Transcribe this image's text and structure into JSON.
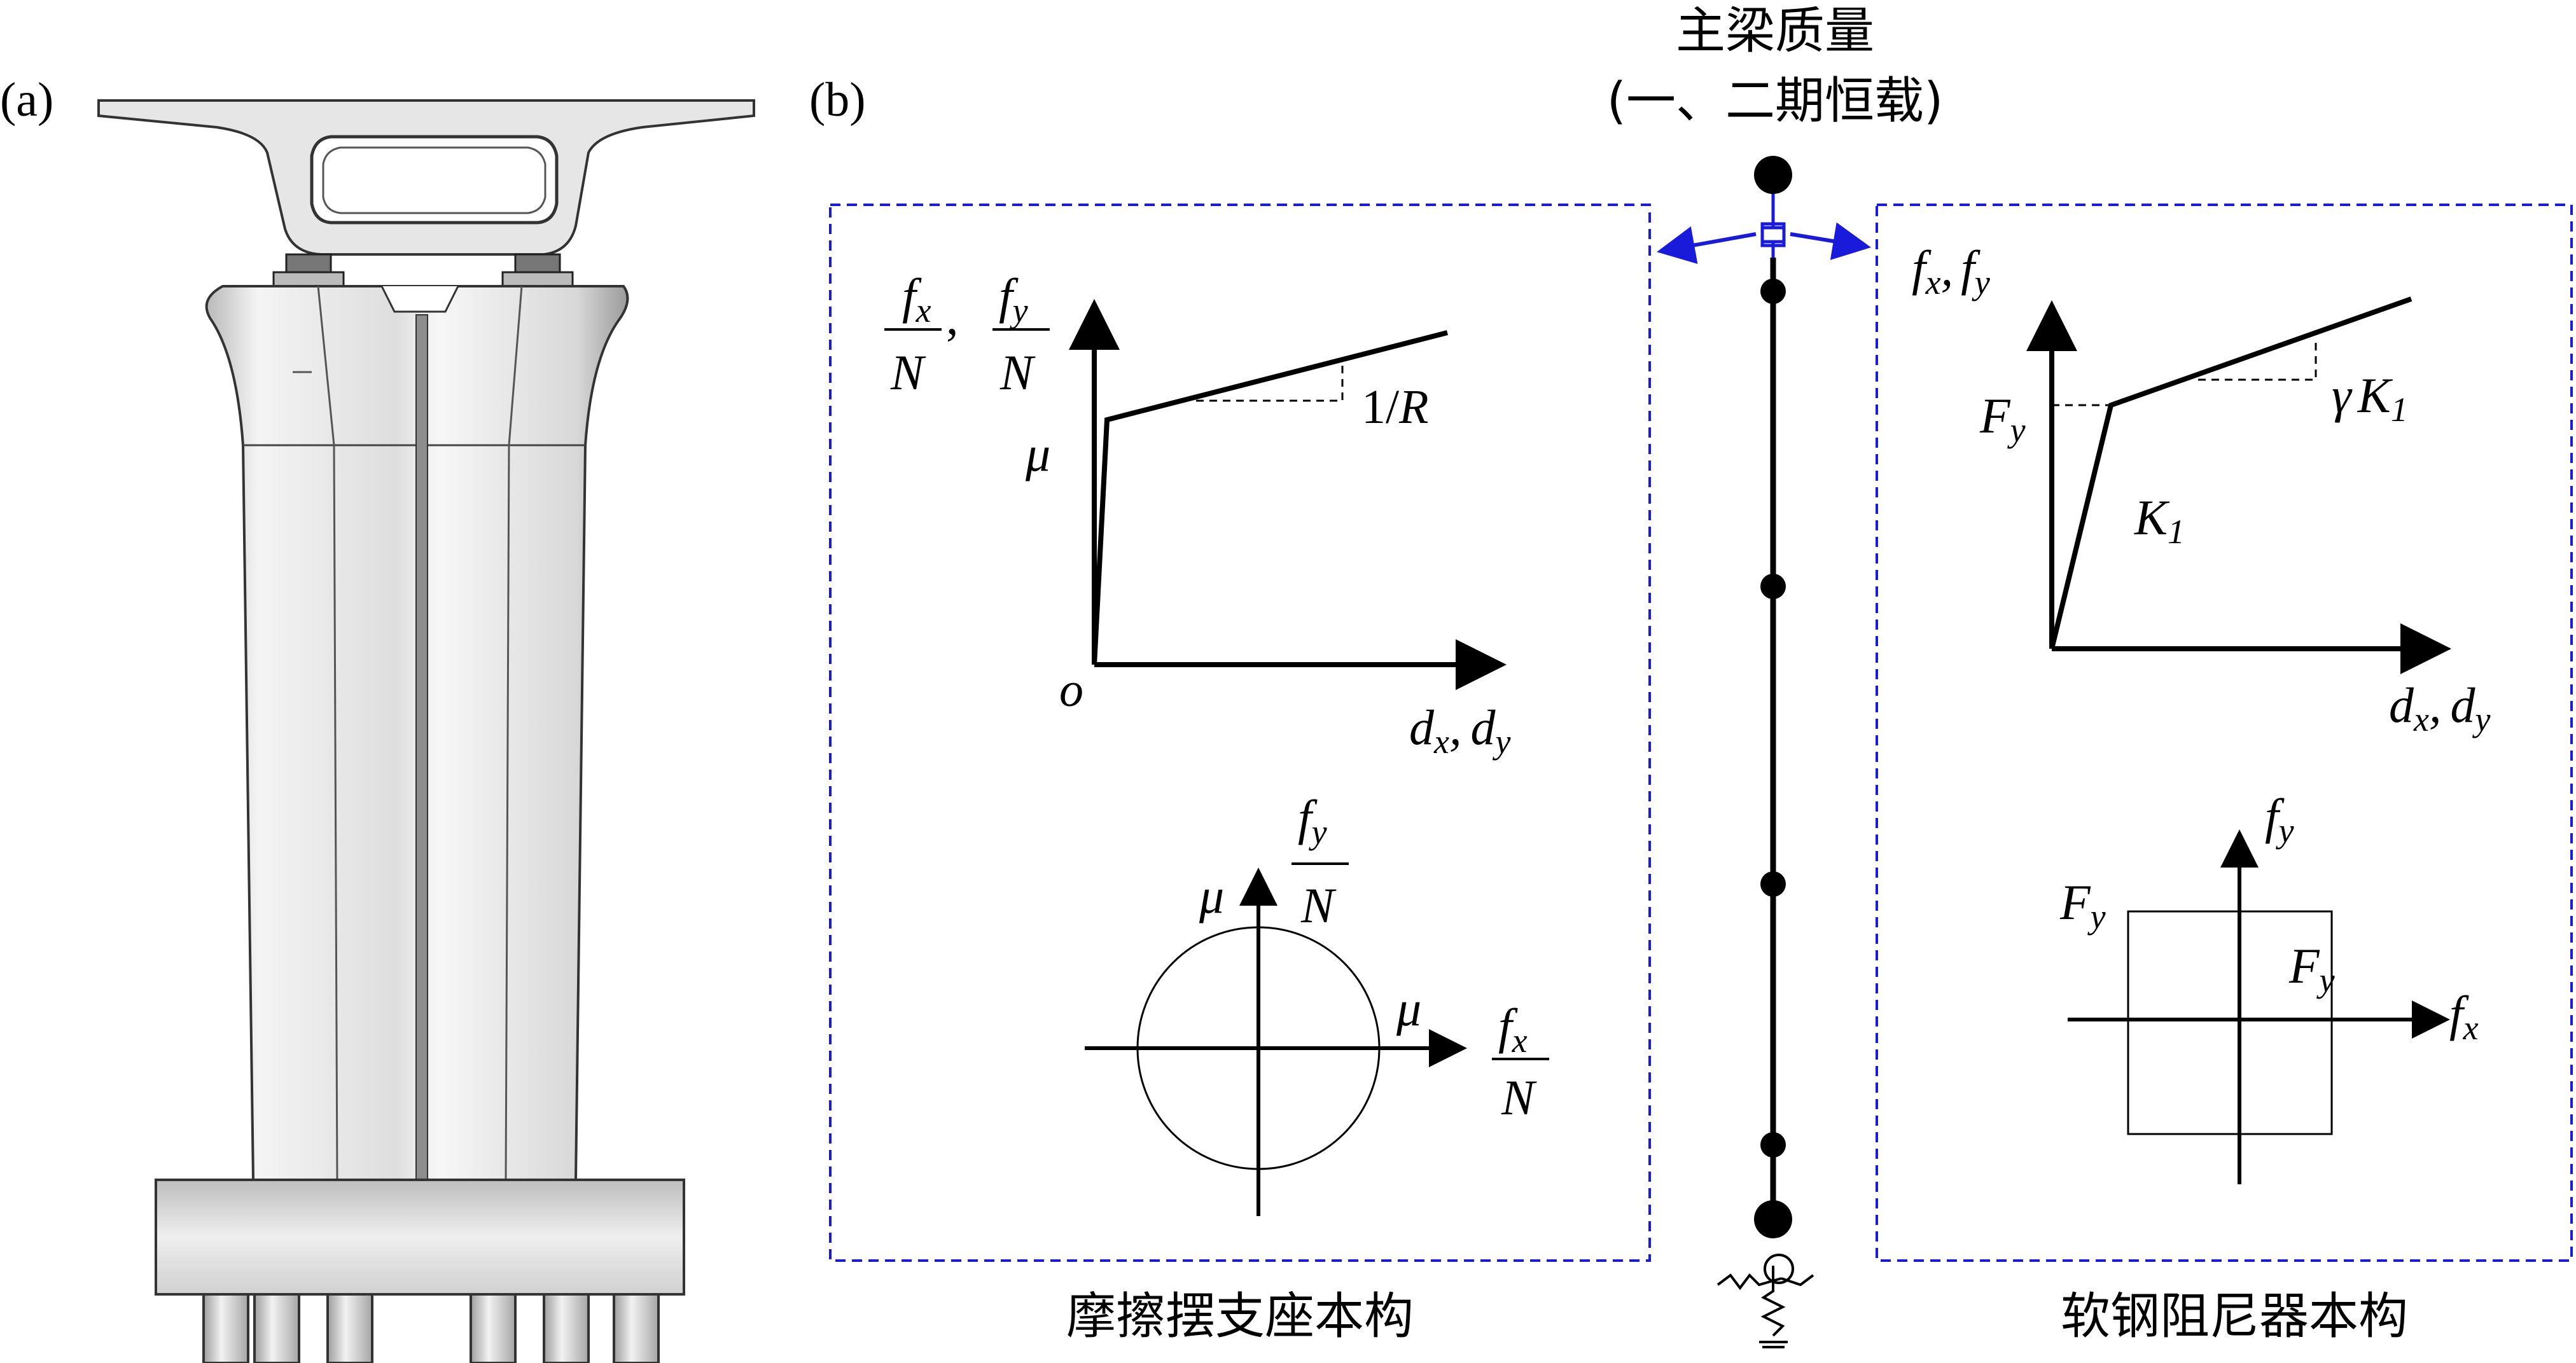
{
  "panel_a": {
    "label": "(a)"
  },
  "panel_b": {
    "label": "(b)"
  },
  "mass_title": {
    "line1": "主梁质量",
    "line2": "(一、二期恒载)"
  },
  "friction": {
    "caption": "摩擦摆支座本构",
    "ylab_fx_num": "f",
    "ylab_fx_sub": "x",
    "ylab_N": "N",
    "ylab_fy_num": "f",
    "ylab_fy_sub": "y",
    "ylab_comma": ",",
    "mu": "μ",
    "slope": "1/",
    "slope_R": "R",
    "origin": "o",
    "xlab_d1": "d",
    "xlab_d1_sub": "x",
    "xlab_comma": ",",
    "xlab_d2": "d",
    "xlab_d2_sub": "y",
    "circ_mu_y": "μ",
    "circ_mu_x": "μ",
    "circ_fy": "f",
    "circ_fy_sub": "y",
    "circ_N1": "N",
    "circ_fx": "f",
    "circ_fx_sub": "x",
    "circ_N2": "N"
  },
  "damper": {
    "caption": "软钢阻尼器本构",
    "ylab_f1": "f",
    "ylab_f1_sub": "x",
    "ylab_comma": ",",
    "ylab_f2": "f",
    "ylab_f2_sub": "y",
    "Fy": "F",
    "Fy_sub": "y",
    "gamma": "γ",
    "K": "K",
    "K_sub": "1",
    "K1": "K",
    "K1_sub": "1",
    "xlab_d1": "d",
    "xlab_d1_sub": "x",
    "xlab_comma": ",",
    "xlab_d2": "d",
    "xlab_d2_sub": "y",
    "sq_fy": "f",
    "sq_fy_sub": "y",
    "sq_Fy1": "F",
    "sq_Fy1_sub": "y",
    "sq_Fy2": "F",
    "sq_Fy2_sub": "y",
    "sq_fx": "f",
    "sq_fx_sub": "x"
  },
  "colors": {
    "accent": "#1a1adb",
    "line": "#000000",
    "pier_light": "#ececec",
    "pier_dark": "#a8a8a8"
  }
}
